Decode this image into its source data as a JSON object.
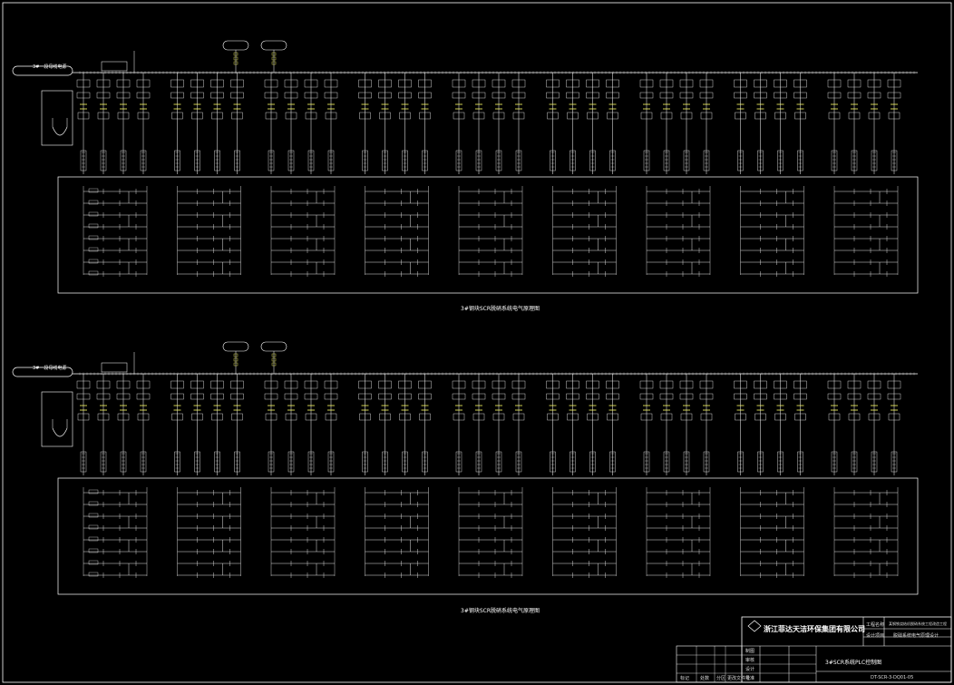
{
  "diagram": {
    "background": "#000000",
    "line_color": "#ffffff",
    "accent_color": "#ffff66",
    "sections": [
      {
        "caption": "3#钢块SCR脱硝系统电气原理图",
        "bus_label": "3#一段母线电源"
      },
      {
        "caption": "3#钢块SCR脱硝系统电气原理图",
        "bus_label": "3#一段母线电源"
      }
    ]
  },
  "title_block": {
    "company": "浙江菲达天洁环保集团有限公司",
    "project_label": "工程名称",
    "project_name": "某钢铁烧结机脱硝系统工程改造工程",
    "sub_label": "设计项目",
    "sub_name": "脱硝系统电气原理设计",
    "drawing_title": "3#SCR系统PLC控制图",
    "drawing_no": "DT-SCR-3-DQ01-05",
    "row_labels": [
      "制图",
      "审核",
      "设计",
      "批准"
    ],
    "footer_labels": [
      "标记",
      "处数",
      "分区",
      "更改文件号"
    ]
  }
}
